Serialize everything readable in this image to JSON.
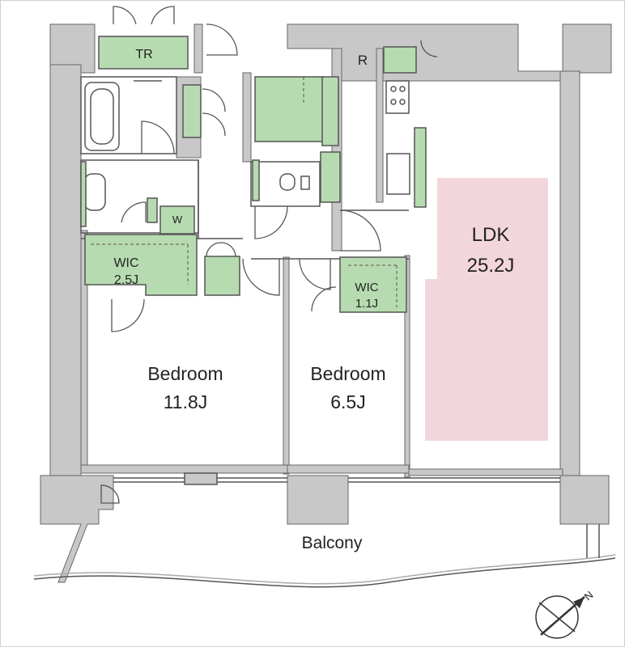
{
  "rooms": {
    "tr": "TR",
    "refrigerator": "R",
    "w": "W",
    "wic_large_name": "WIC",
    "wic_large_size": "2.5J",
    "wic_small_name": "WIC",
    "wic_small_size": "1.1J",
    "ldk_name": "LDK",
    "ldk_size": "25.2J",
    "bedroom1_name": "Bedroom",
    "bedroom1_size": "11.8J",
    "bedroom2_name": "Bedroom",
    "bedroom2_size": "6.5J",
    "balcony": "Balcony"
  },
  "compass": {
    "north": "N"
  },
  "colors": {
    "wall": "#c8c8c8",
    "storage": "#b7dbb0",
    "ldk": "#f2d6dc",
    "line": "#555555"
  }
}
